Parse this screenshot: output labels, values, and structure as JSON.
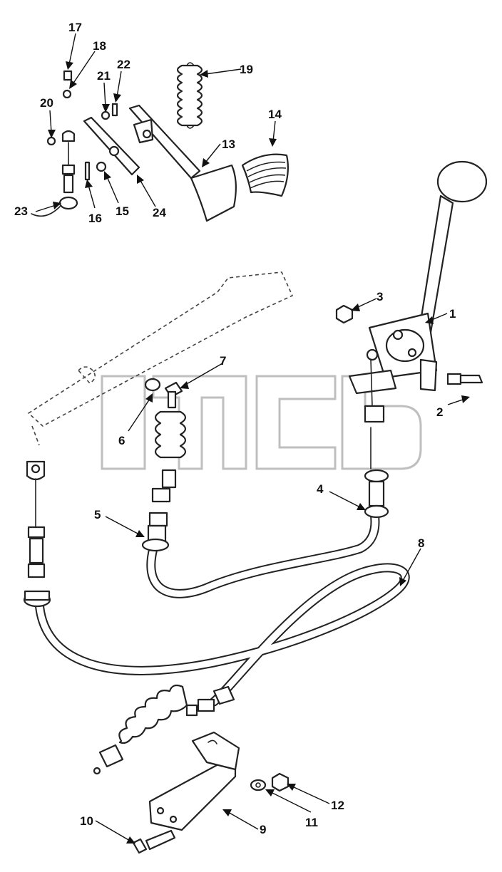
{
  "diagram": {
    "callouts": [
      "1",
      "2",
      "3",
      "4",
      "5",
      "6",
      "7",
      "8",
      "9",
      "10",
      "11",
      "12",
      "13",
      "14",
      "15",
      "16",
      "17",
      "18",
      "19",
      "20",
      "21",
      "22",
      "23",
      "24"
    ]
  }
}
